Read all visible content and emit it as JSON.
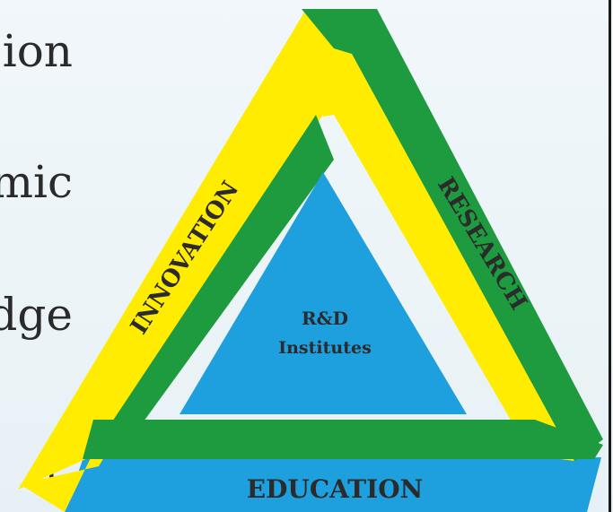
{
  "left_text_fragments": [
    "ion",
    "mic",
    "dge",
    "n."
  ],
  "diagram": {
    "side_left": "INNOVATION",
    "side_right": "RESEARCH",
    "side_bottom": "EDUCATION",
    "center_line1": "R&D",
    "center_line2": "Institutes"
  },
  "colors": {
    "yellow": "#ffec00",
    "green": "#1e9a3f",
    "blue": "#1e9fde",
    "label": "#2b2b2b",
    "background": "#eaf3f7"
  }
}
